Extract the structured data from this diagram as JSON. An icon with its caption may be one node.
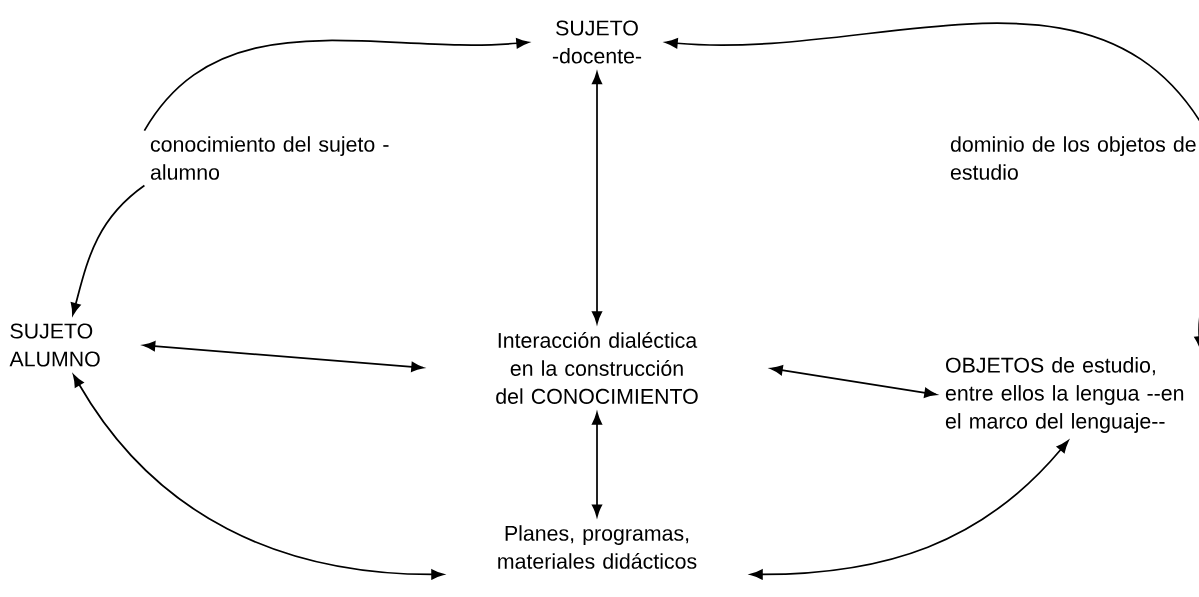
{
  "diagram": {
    "nodes": [
      {
        "text": [
          "SUJETO -docente-"
        ]
      },
      {
        "text": [
          "conocimiento del sujeto - alumno"
        ]
      },
      {
        "text": [
          "SUJETO ALUMNO"
        ]
      },
      {
        "text": [
          "Interacción dialéctica en la construcción del CONOCIMIENTO"
        ]
      },
      {
        "text": [
          "dominio de los objetos de estudio"
        ]
      },
      {
        "text": [
          "OBJETOS de estudio, entre ellos la lengua --en el marco del lenguaje--"
        ]
      },
      {
        "text": [
          "Planes, programas, materiales didácticos"
        ]
      }
    ],
    "edges": [
      {
        "from": 1,
        "to": 0,
        "arrow": "to"
      },
      {
        "from": 1,
        "to": 2,
        "arrow": "to"
      },
      {
        "from": 4,
        "to": 0,
        "arrow": "to"
      },
      {
        "from": 4,
        "to": 5,
        "arrow": "to"
      },
      {
        "from": 0,
        "to": 3,
        "arrow": "both"
      },
      {
        "from": 2,
        "to": 3,
        "arrow": "both"
      },
      {
        "from": 3,
        "to": 5,
        "arrow": "both"
      },
      {
        "from": 3,
        "to": 6,
        "arrow": "both"
      },
      {
        "from": 2,
        "to": 6,
        "arrow": "both"
      },
      {
        "from": 6,
        "to": 5,
        "arrow": "both"
      }
    ]
  }
}
